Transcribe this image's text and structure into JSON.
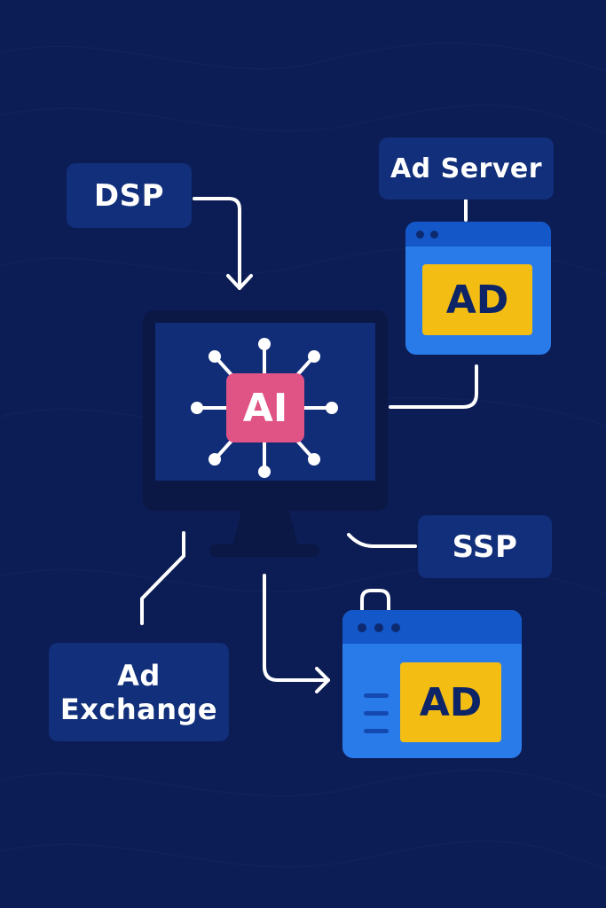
{
  "labels": {
    "dsp": "DSP",
    "ad_server": "Ad Server",
    "ssp": "SSP",
    "ad_exchange_line1": "Ad",
    "ad_exchange_line2": "Exchange"
  },
  "center": {
    "chip": "AI"
  },
  "ads": {
    "top": "AD",
    "bottom": "AD"
  },
  "colors": {
    "background": "#0c1d55",
    "label_box": "#112f7a",
    "monitor": "#0b1744",
    "screen": "#122d77",
    "ai_chip": "#e05485",
    "browser": "#2a7bea",
    "ad_box": "#f4bd13",
    "connector": "#ffffff"
  }
}
